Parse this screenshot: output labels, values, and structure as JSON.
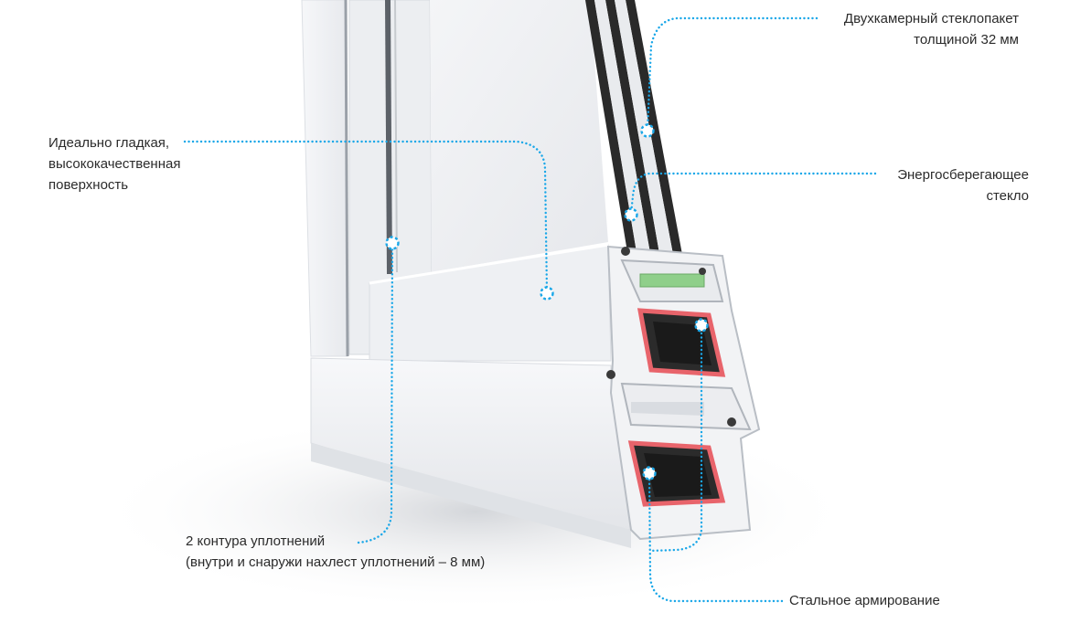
{
  "callouts": {
    "glazing": {
      "lines": [
        "Двухкамерный стеклопакет",
        "толщиной 32 мм"
      ]
    },
    "surface": {
      "lines": [
        "Идеально гладкая,",
        "высококачественная",
        "поверхность"
      ]
    },
    "energy_glass": {
      "lines": [
        "Энергосберегающее",
        "стекло"
      ]
    },
    "seals": {
      "lines": [
        "2 контура уплотнений",
        "(внутри и снаружи нахлест уплотнений – 8 мм)"
      ]
    },
    "steel": {
      "lines": [
        "Стальное армирование"
      ]
    }
  },
  "colors": {
    "leader": "#1aa7e8",
    "text": "#2b2b2b",
    "profile": "#f2f3f5",
    "reinforcement": "#e8646b",
    "gasket_green": "#8fcf8a",
    "glass_dark": "#2a2a2a"
  }
}
